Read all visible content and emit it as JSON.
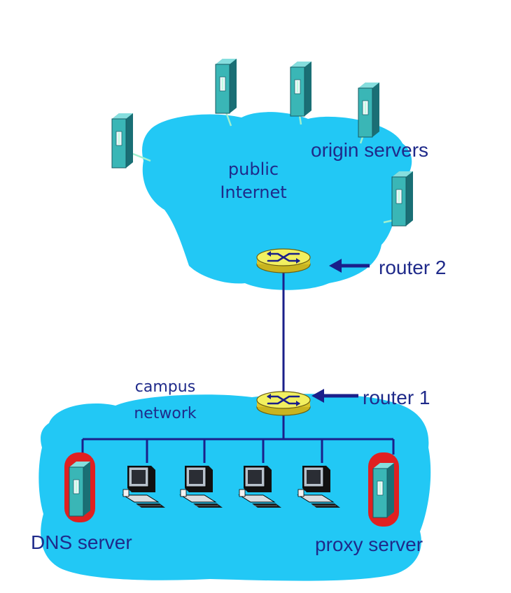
{
  "labels": {
    "public": "public",
    "internet": "Internet",
    "origin_servers": "origin servers",
    "router2": "router 2",
    "router1": "router 1",
    "campus": "campus",
    "network": "network",
    "dns_server": "DNS server",
    "proxy_server": "proxy server"
  },
  "colors": {
    "cloud": "#22c8f5",
    "link": "#1a1f8a",
    "server_face": "#3ab6b6",
    "highlight": "#e02020",
    "router": "#f2f060",
    "text": "#1f2a8a",
    "internet_link": "#9ff0cf"
  },
  "icons": {
    "server": "server-tower-icon",
    "router": "router-icon",
    "pc": "desktop-computer-icon"
  }
}
